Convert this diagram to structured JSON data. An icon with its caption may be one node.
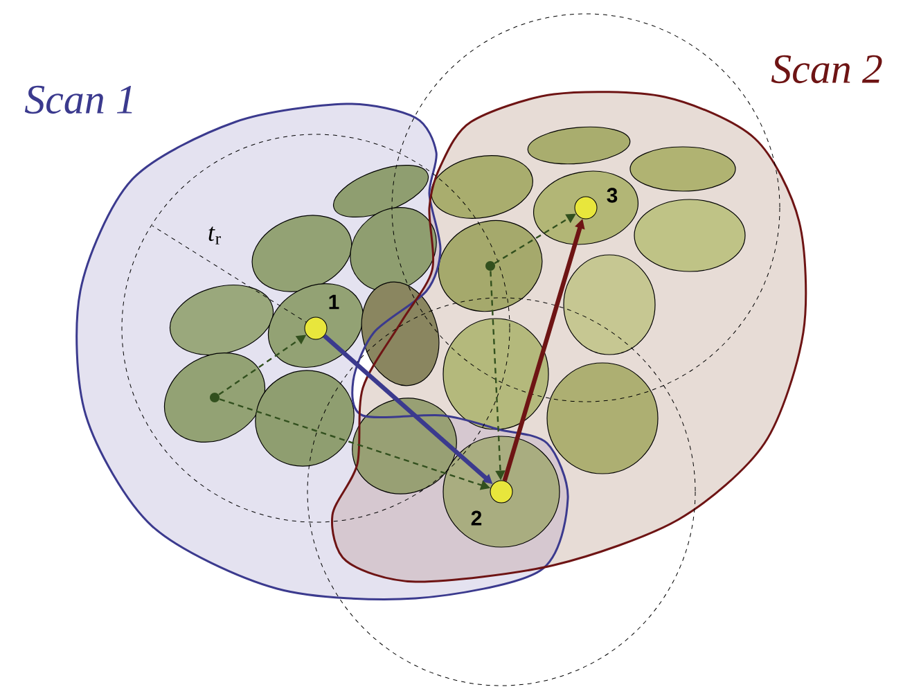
{
  "diagram": {
    "nodes": [
      {
        "text": [
          "1"
        ]
      },
      {
        "text": [
          "2"
        ]
      },
      {
        "text": [
          "3"
        ]
      },
      {
        "text": [],
        "shape": "circle"
      },
      {
        "text": [],
        "shape": "circle"
      }
    ],
    "edges": [
      {
        "from": 0,
        "to": 1,
        "arrow": "to",
        "style": "thick",
        "color": "#3b3a8e"
      },
      {
        "from": 1,
        "to": 2,
        "arrow": "to",
        "style": "thick",
        "color": "#6e1414"
      },
      {
        "from": 3,
        "to": 0,
        "arrow": "to",
        "style": "dashed"
      },
      {
        "from": 3,
        "to": 1,
        "arrow": "to",
        "style": "dashed"
      },
      {
        "from": 4,
        "to": 2,
        "arrow": "to",
        "style": "dashed"
      },
      {
        "from": 4,
        "to": 1,
        "arrow": "to",
        "style": "dashed"
      }
    ],
    "labels": [
      "Scan 1",
      "Scan 2",
      "*t*$_{r}$"
    ]
  }
}
